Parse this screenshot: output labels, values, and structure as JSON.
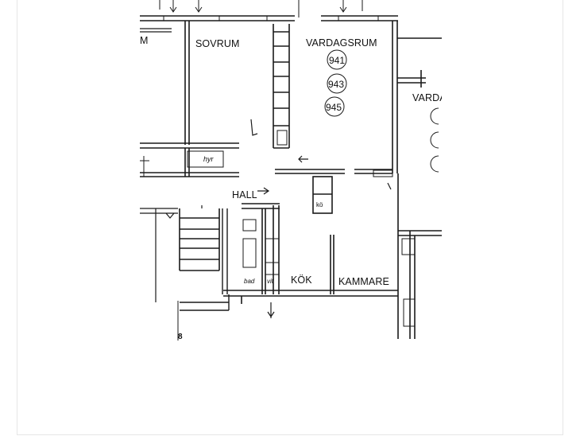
{
  "floor_plan": {
    "rooms": {
      "bedroom_left": "M",
      "sovrum": "SOVRUM",
      "vardagsrum": "VARDAGSRUM",
      "vardagsrum_right": "VARDA",
      "hall": "HALL",
      "kok": "KÖK",
      "kammare": "KAMMARE"
    },
    "markers": [
      "941",
      "943",
      "945"
    ],
    "small_marks": {
      "shelf": "hyr",
      "stove": "kö",
      "bad": "bad",
      "vit": "vit",
      "eight": "8"
    },
    "colors": {
      "line": "#1a1a1a",
      "paper": "#ffffff",
      "frame": "#e6e6e6"
    }
  }
}
